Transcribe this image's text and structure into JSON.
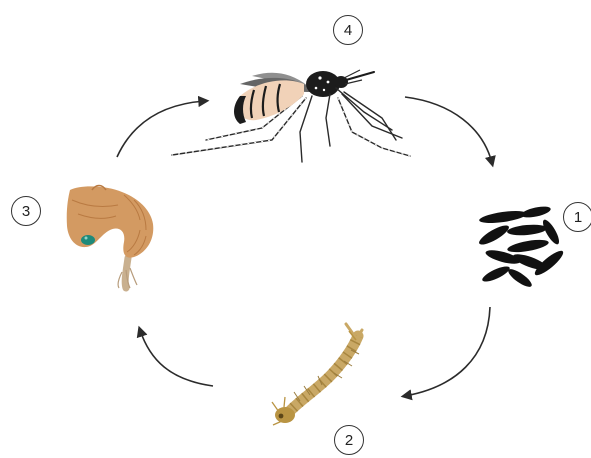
{
  "stages": [
    {
      "number": "1",
      "name": "eggs"
    },
    {
      "number": "2",
      "name": "larva"
    },
    {
      "number": "3",
      "name": "pupa"
    },
    {
      "number": "4",
      "name": "adult"
    }
  ],
  "colors": {
    "arrow": "#2b2b2b",
    "egg": "#111111",
    "larva": "#c9a865",
    "pupa": "#d39a62",
    "pupa_eye": "#1e8a7a",
    "mosquito_body": "#1c1c1c",
    "mosquito_abdomen": "#f1d2b8"
  }
}
